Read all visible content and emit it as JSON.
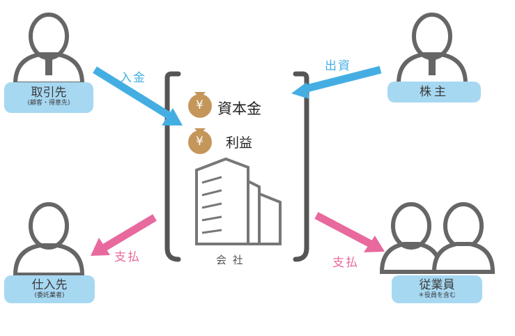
{
  "colors": {
    "label_bg": "#a6d8f2",
    "person_stroke": "#666666",
    "blue_arrow": "#44aee3",
    "pink_arrow": "#e8699e",
    "gold": "#c4965a",
    "box_stroke": "#555555"
  },
  "actors": {
    "client": {
      "name": "取引先",
      "note": "(顧客・得意先)"
    },
    "shareholder": {
      "name": "株主"
    },
    "supplier": {
      "name": "仕入先",
      "note": "(委託業者)"
    },
    "employee": {
      "name": "従業員",
      "note": "＊役員を含む"
    }
  },
  "flows": {
    "income": "入金",
    "investment": "出資",
    "payment_supplier": "支払",
    "payment_employee": "支払"
  },
  "company": {
    "capital": "資本金",
    "profit": "利益",
    "label": "会 社",
    "coin_symbol": "¥"
  }
}
